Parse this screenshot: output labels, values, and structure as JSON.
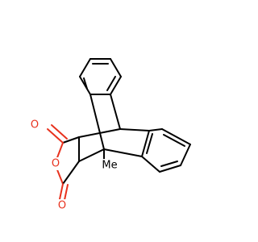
{
  "molecule": {
    "atoms": {
      "carbonyl_o_top": "O",
      "ring_o": "O",
      "carbonyl_o_bottom": "O",
      "methyl": "Me"
    },
    "colors": {
      "bond": "#000000",
      "oxygen": "#e8321e"
    }
  }
}
